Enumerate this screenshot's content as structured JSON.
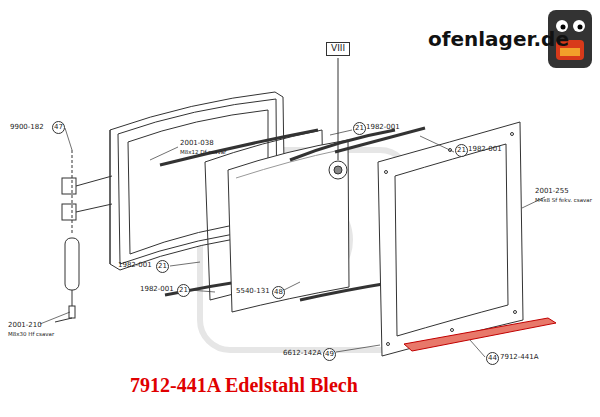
{
  "diagram": {
    "title": "7912-441A Edelstahl Blech",
    "labels": [
      "ofenlager.de",
      "VIII",
      "9900-182",
      "47",
      "2001-038",
      "M8x12 Df csavar",
      "21",
      "1982-001",
      "21",
      "1982-001",
      "2001-255",
      "M4x8 Sf fekv. csavar",
      "2001-210",
      "M8x30 Hf csavar",
      "1982-001",
      "21",
      "1982-001",
      "21",
      "5540-131",
      "48",
      "6612-142A",
      "49",
      "44",
      "7912-441A"
    ]
  }
}
